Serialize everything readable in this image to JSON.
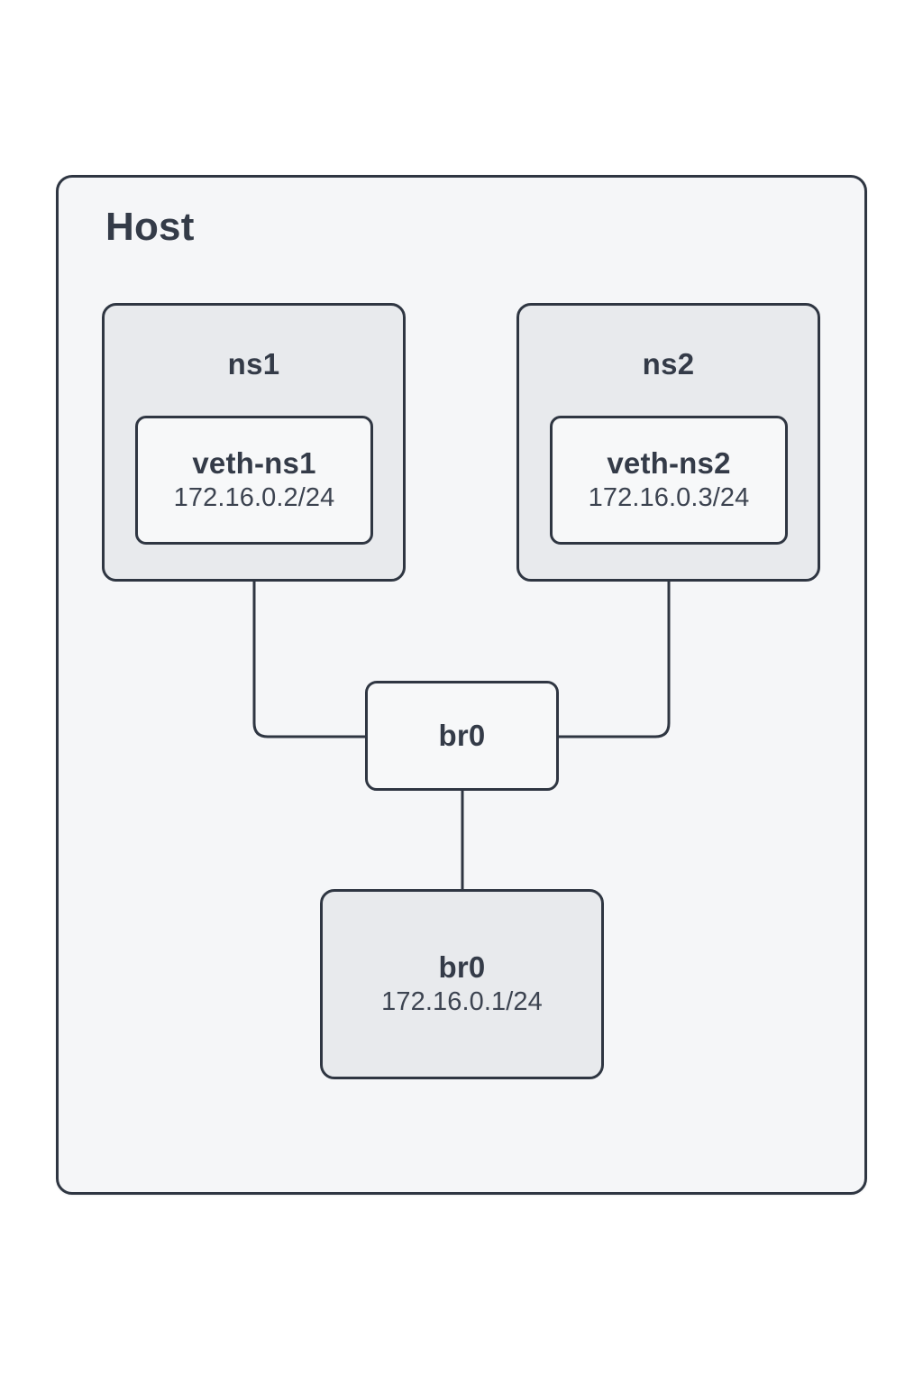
{
  "diagram": {
    "title": "Host",
    "type": "network-namespace-bridge-topology",
    "host": {
      "label": "Host"
    },
    "namespaces": [
      {
        "id": "ns1",
        "label": "ns1",
        "interface": {
          "name": "veth-ns1",
          "address": "172.16.0.2/24"
        }
      },
      {
        "id": "ns2",
        "label": "ns2",
        "interface": {
          "name": "veth-ns2",
          "address": "172.16.0.3/24"
        }
      }
    ],
    "bridge_port": {
      "label": "br0"
    },
    "bridge_interface": {
      "name": "br0",
      "address": "172.16.0.1/24"
    },
    "connections": [
      {
        "from": "veth-ns1",
        "to": "br0-port"
      },
      {
        "from": "veth-ns2",
        "to": "br0-port"
      },
      {
        "from": "br0-port",
        "to": "br0-interface"
      }
    ],
    "colors": {
      "border": "#2f3642",
      "text": "#343b48",
      "host_fill": "#f5f6f8",
      "group_fill": "#e8eaed",
      "node_fill": "#f7f8f9",
      "page_background": "#ffffff"
    }
  }
}
